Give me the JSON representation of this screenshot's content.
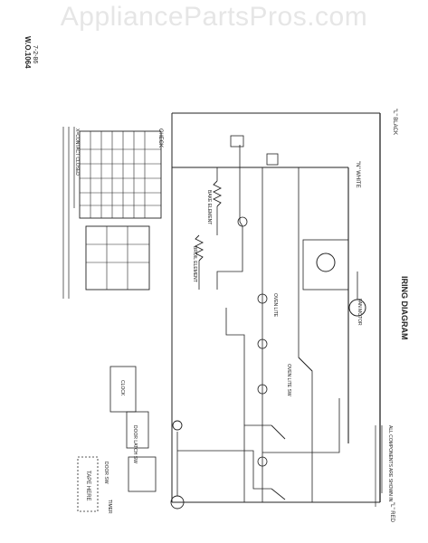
{
  "watermark": "AppliancePartsPros.com",
  "diagram": {
    "title": "IRING DIAGRAM",
    "part_number": "W.O.1064",
    "revision": "7-2-86",
    "source_label": "\"L\" BLACK",
    "neutral_label": "\"N\" WHITE",
    "ground_label": "\"L\" RED",
    "chart_heading": "CHECK",
    "chart_note": "X=CONTACT CLOSED",
    "component_labels": {
      "fan_motor": "FAN MOTOR",
      "oven_lite": "OVEN LITE",
      "bake_element": "BAKE ELEMENT",
      "broil_element": "BROIL ELEMENT",
      "oven_lite_switch": "OVEN LITE SW",
      "door_latch_switch": "DOOR LATCH SW",
      "door_switch": "DOOR SW",
      "timer": "TIMER",
      "clock": "CLOCK",
      "tape": "TAPE HERE"
    },
    "bottom_note": "ALL COMPONENTS ARE SHOWN IN"
  }
}
